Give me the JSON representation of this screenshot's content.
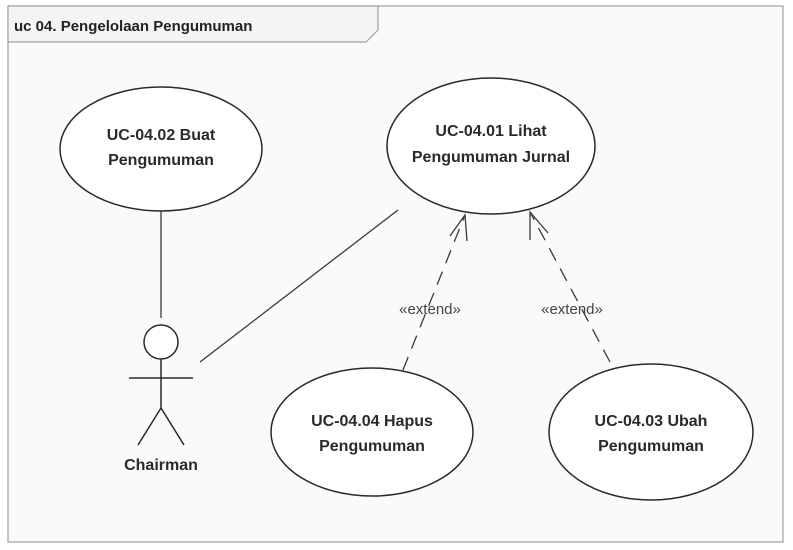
{
  "frame": {
    "title": "uc 04. Pengelolaan Pengumuman"
  },
  "use_cases": {
    "buat": {
      "line1": "UC-04.02  Buat",
      "line2": "Pengumuman"
    },
    "lihat": {
      "line1": "UC-04.01  Lihat",
      "line2": "Pengumuman Jurnal"
    },
    "hapus": {
      "line1": "UC-04.04  Hapus",
      "line2": "Pengumuman"
    },
    "ubah": {
      "line1": "UC-04.03 Ubah",
      "line2": "Pengumuman"
    }
  },
  "actor": {
    "name": "Chairman"
  },
  "relations": {
    "extend_left": "«extend»",
    "extend_right": "«extend»"
  },
  "colors": {
    "background": "#ffffff",
    "frame_fill": "#fafafa",
    "frame_border": "#a0a0a0",
    "line": "#3a3a3a"
  }
}
